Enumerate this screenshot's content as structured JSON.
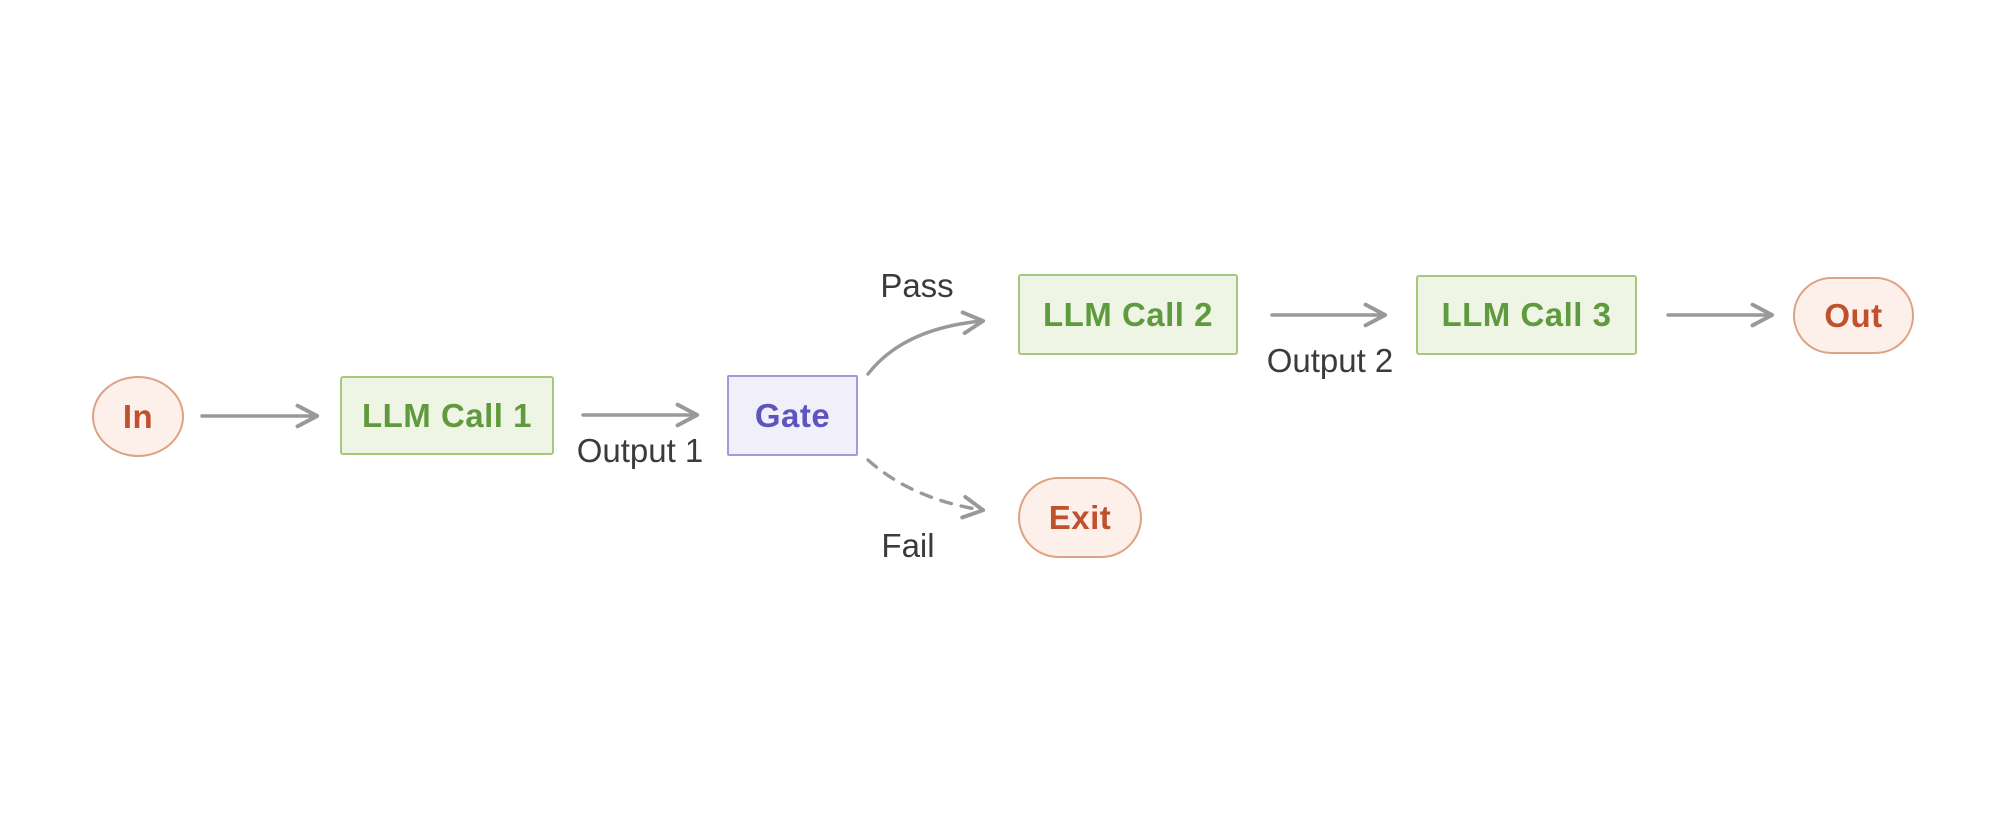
{
  "diagram": {
    "nodes": [
      {
        "label": "In",
        "kind": "terminal-input"
      },
      {
        "label": "LLM Call 1",
        "kind": "llm-call"
      },
      {
        "label": "Gate",
        "kind": "gate"
      },
      {
        "label": "LLM Call 2",
        "kind": "llm-call"
      },
      {
        "label": "LLM Call 3",
        "kind": "llm-call"
      },
      {
        "label": "Out",
        "kind": "terminal-output"
      },
      {
        "label": "Exit",
        "kind": "terminal-exit"
      }
    ],
    "edges": [
      {
        "from": "In",
        "to": "LLM Call 1",
        "label": "",
        "style": "solid-straight"
      },
      {
        "from": "LLM Call 1",
        "to": "Gate",
        "label": "Output 1",
        "style": "solid-straight"
      },
      {
        "from": "Gate",
        "to": "LLM Call 2",
        "label": "Pass",
        "style": "solid-curved"
      },
      {
        "from": "Gate",
        "to": "Exit",
        "label": "Fail",
        "style": "dashed-curved"
      },
      {
        "from": "LLM Call 2",
        "to": "LLM Call 3",
        "label": "Output 2",
        "style": "solid-straight"
      },
      {
        "from": "LLM Call 3",
        "to": "Out",
        "label": "",
        "style": "solid-straight"
      }
    ]
  },
  "colors": {
    "background": "#ffffff",
    "arrow_gray": "#999999",
    "edge_label_text": "#3b3b3b",
    "llm_fill": "#eef5e5",
    "llm_border": "#a6c87d",
    "llm_text": "#5f9a3e",
    "gate_fill": "#f0effa",
    "gate_border": "#a29ad8",
    "gate_text": "#5d54bd",
    "terminal_fill": "#fdf0ea",
    "terminal_border": "#dda183",
    "terminal_text": "#c0512d"
  }
}
